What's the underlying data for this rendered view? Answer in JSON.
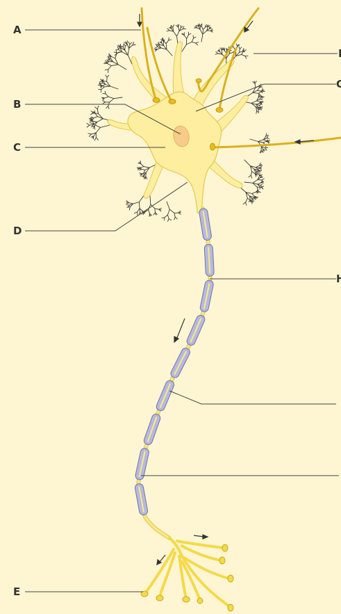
{
  "labels": {
    "a": "A",
    "b": "B",
    "c": "C",
    "d": "D",
    "e": "E",
    "f": "F",
    "g": "G",
    "h": "H"
  },
  "colors": {
    "background": "#fef6d2",
    "cell_body": "#fdeea0",
    "cell_outline": "#e3c850",
    "axon_terminal": "#f4da4a",
    "afferent_fiber": "#d9b020",
    "myelin": "#b7b9dc",
    "myelin_outline": "#6f72a8",
    "nucleus": "#f7cc8a",
    "dendrite_tips": "#3a3a3a",
    "leader_line": "#444444"
  }
}
